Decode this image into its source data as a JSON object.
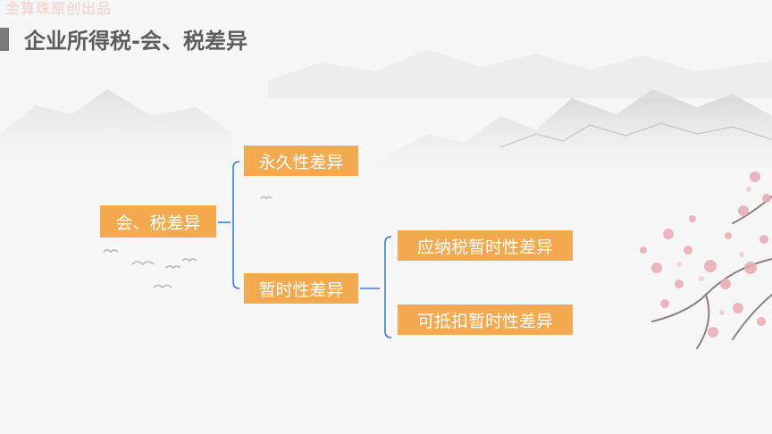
{
  "watermark": "金算珠原创出品",
  "title": "企业所得税-会、税差异",
  "diagram": {
    "root": "会、税差异",
    "permanent": "永久性差异",
    "temporary": "暂时性差异",
    "taxable_temporary": "应纳税暂时性差异",
    "deductible_temporary": "可抵扣暂时性差异"
  },
  "colors": {
    "node_fill": "#f5a94f",
    "node_text": "#ffffff",
    "connector": "#3a7bd5",
    "title_text": "#5d5d5d",
    "blossom": "#e9a9b4"
  }
}
